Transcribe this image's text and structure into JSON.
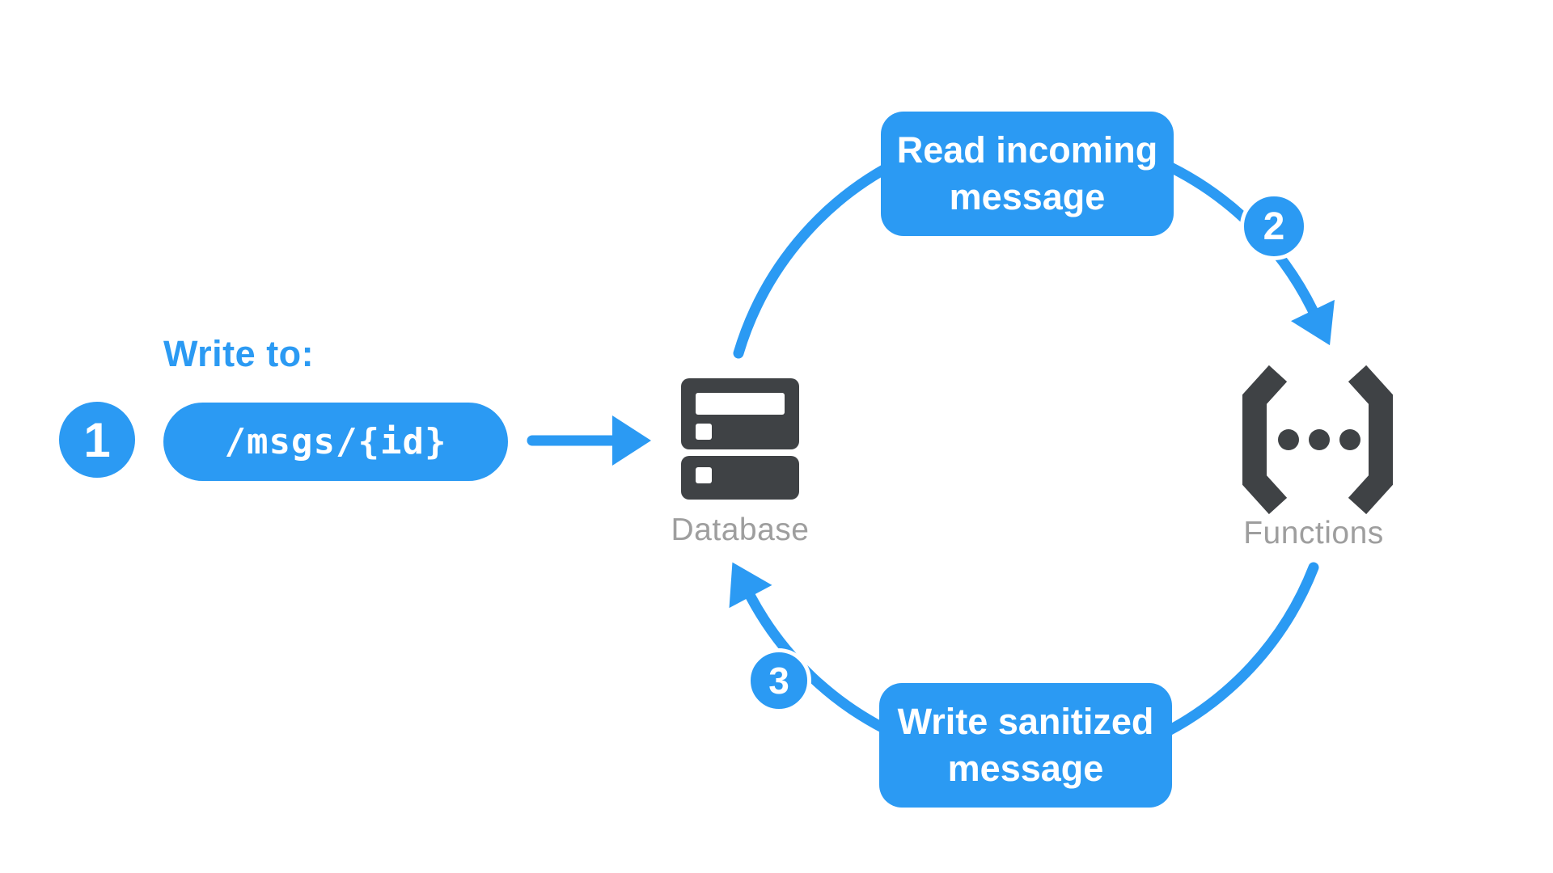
{
  "colors": {
    "blue": "#2B9AF3",
    "dark": "#3F4245",
    "gray_label": "#9E9E9E"
  },
  "diagram": {
    "write_to_label": "Write to:",
    "path_step": {
      "number": "1",
      "path": "/msgs/{id}"
    },
    "nodes": {
      "database": {
        "label": "Database",
        "icon": "database-server-icon"
      },
      "functions": {
        "label": "Functions",
        "icon": "cloud-functions-brackets-icon"
      }
    },
    "flow_steps": [
      {
        "number": "2",
        "label": "Read incoming message",
        "from": "database",
        "to": "functions"
      },
      {
        "number": "3",
        "label": "Write sanitized message",
        "from": "functions",
        "to": "database"
      }
    ]
  }
}
